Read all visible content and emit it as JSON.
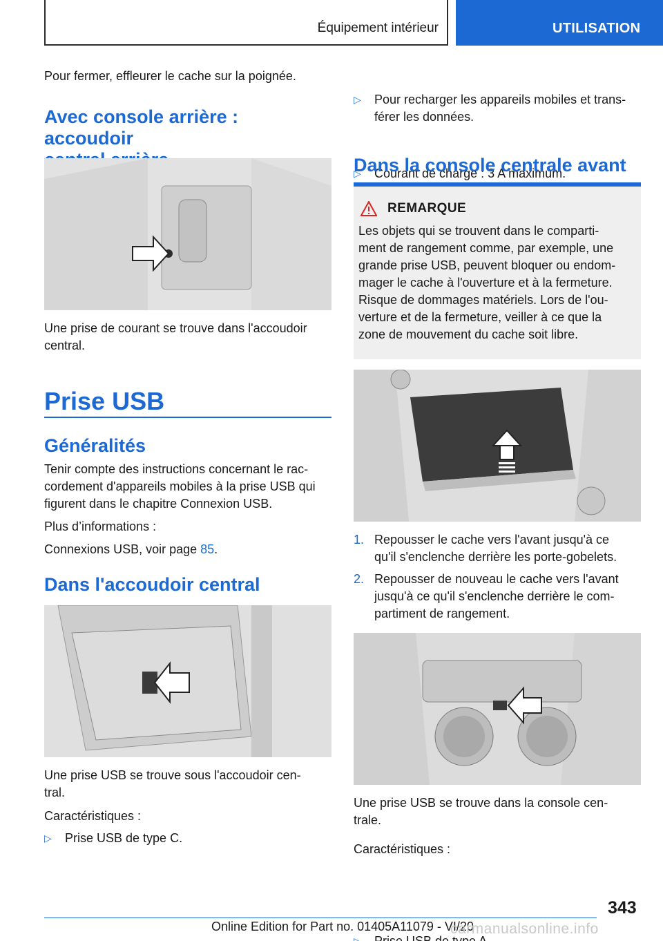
{
  "header": {
    "section": "Équipement intérieur",
    "chapter": "UTILISATION"
  },
  "left": {
    "intro": "Pour fermer, effleurer le cache sur la poignée.",
    "h_rear_line1": "Avec console arrière : accoudoir",
    "h_rear_line2": "central arrière",
    "rear_caption_l1": "Une prise de courant se trouve dans l'accoudoir",
    "rear_caption_l2": "central.",
    "h_usb": "Prise USB",
    "h_general": "Généralités",
    "general_l1": "Tenir compte des instructions concernant le rac-",
    "general_l2": "cordement d'appareils mobiles à la prise USB qui",
    "general_l3": "figurent dans le chapitre Connexion USB.",
    "more_info": "Plus d’informations :",
    "ref_text": "Connexions USB, voir page ",
    "ref_page": "85",
    "ref_end": ".",
    "h_armrest": "Dans l'accoudoir central",
    "armrest_caption_l1": "Une prise USB se trouve sous l'accoudoir cen-",
    "armrest_caption_l2": "tral.",
    "features_label": "Caractéristiques :",
    "bullet_typec": "Prise USB de type C."
  },
  "right": {
    "bullet1_l1": "Pour recharger les appareils mobiles et trans-",
    "bullet1_l2": "férer les données.",
    "bullet2": "Courant de charge : 3 A maximum.",
    "h_front": "Dans la console centrale avant",
    "note": {
      "title": "REMARQUE",
      "l1": "Les objets qui se trouvent dans le comparti-",
      "l2": "ment de rangement comme, par exemple, une",
      "l3": "grande prise USB, peuvent bloquer ou endom-",
      "l4": "mager le cache à l'ouverture et à la fermeture.",
      "l5": "Risque de dommages matériels. Lors de l'ou-",
      "l6": "verture et de la fermeture, veiller à ce que la",
      "l7": "zone de mouvement du cache soit libre."
    },
    "steps": [
      {
        "num": "1.",
        "l1": "Repousser le cache vers l'avant jusqu'à ce",
        "l2": "qu'il s'enclenche derrière les porte-gobelets.",
        "l3": ""
      },
      {
        "num": "2.",
        "l1": "Repousser de nouveau le cache vers l'avant",
        "l2": "jusqu'à ce qu'il s'enclenche derrière le com-",
        "l3": "partiment de rangement."
      }
    ],
    "front_caption_l1": "Une prise USB se trouve dans la console cen-",
    "front_caption_l2": "trale.",
    "features_label": "Caractéristiques :",
    "bullet_typea": "Prise USB de type A."
  },
  "bullet_symbol": "▷",
  "footer": {
    "page_number": "343",
    "edition": "Online Edition for Part no. 01405A11079 - VI/20",
    "watermark": "carmanualsonline.info"
  }
}
